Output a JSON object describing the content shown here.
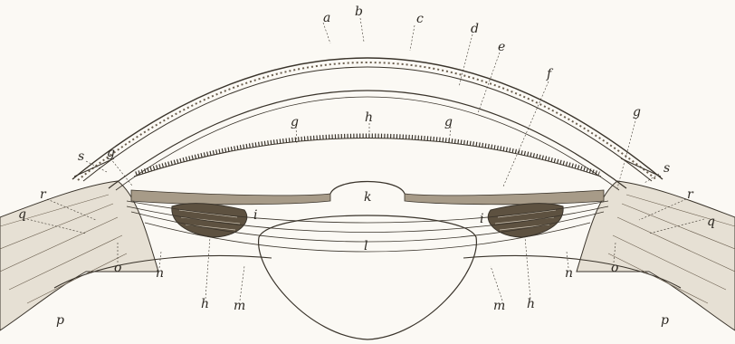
{
  "labels": {
    "a": "a",
    "b": "b",
    "c": "c",
    "d": "d",
    "e": "e",
    "f": "f",
    "g_left_outer": "g",
    "g_left_inner": "g",
    "h_top": "h",
    "g_right_inner": "g",
    "g_right_outer": "g",
    "s_left": "s",
    "s_right": "s",
    "r_left": "r",
    "r_right": "r",
    "q_left": "q",
    "q_right": "q",
    "k": "k",
    "i_left": "i",
    "i_right": "i",
    "l": "l",
    "o_left": "o",
    "o_right": "o",
    "n_left": "n",
    "n_right": "n",
    "h_left_bottom": "h",
    "h_right_bottom": "h",
    "m_left": "m",
    "m_right": "m",
    "p_left": "p",
    "p_right": "p"
  },
  "colors": {
    "ink": "#3a342b",
    "paper": "#fbf9f4",
    "tissue": "#6b5f4f"
  }
}
